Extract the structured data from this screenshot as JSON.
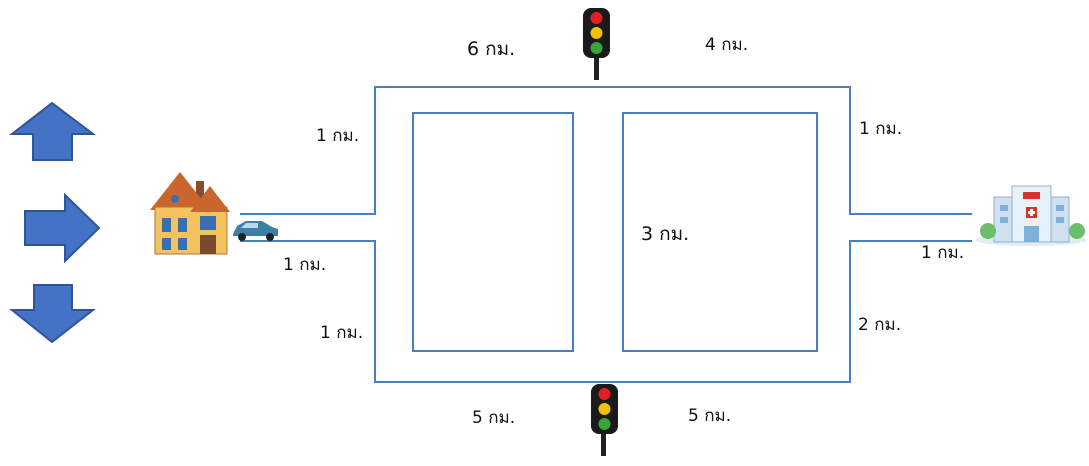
{
  "distances": {
    "top_left": "6 กม.",
    "top_right": "4 กม.",
    "left_upper": "1 กม.",
    "house_road": "1 กม.",
    "left_lower": "1 กม.",
    "middle": "3 กม.",
    "right_upper": "1 กม.",
    "hospital_road": "1 กม.",
    "right_lower": "2 กม.",
    "bottom_left": "5 กม.",
    "bottom_right": "5 กม."
  },
  "icons": {
    "arrow_up": "arrow-up-icon",
    "arrow_right": "arrow-right-icon",
    "arrow_down": "arrow-down-icon",
    "house": "house-icon",
    "car": "car-icon",
    "hospital": "hospital-icon",
    "traffic_light": "traffic-light-icon"
  },
  "colors": {
    "road": "#4a7ec2",
    "arrow": "#4472c4",
    "arrow_border": "#2f5597",
    "light_red": "#e02020",
    "light_yellow": "#f2c200",
    "light_green": "#3aa53a"
  }
}
